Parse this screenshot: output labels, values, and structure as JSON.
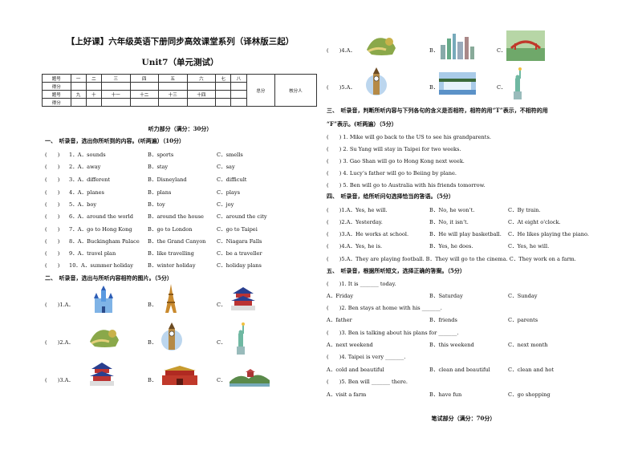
{
  "header": {
    "title": "【上好课】六年级英语下册同步高效课堂系列（译林版三起）",
    "unit": "Unit7（单元测试）"
  },
  "score_table": {
    "row1": [
      "题号",
      "一",
      "二",
      "三",
      "四",
      "五",
      "六",
      "七",
      "八"
    ],
    "row2_label": "得分",
    "row3": [
      "题号",
      "九",
      "十",
      "十一",
      "十二",
      "十三",
      "十四",
      "",
      ""
    ],
    "row4_label": "得分",
    "total": "总分",
    "grader": "核分人"
  },
  "listening_header": "听力部分（满分：30分）",
  "section1": {
    "title": "一、　听录音，选出你所听到的内容。(听两遍）（10分）",
    "items": [
      {
        "paren": "(　　)",
        "num": "1．A．sounds",
        "b": "B．sports",
        "c": "C．smells"
      },
      {
        "paren": "(　　)",
        "num": "2．A．away",
        "b": "B．stay",
        "c": "C．say"
      },
      {
        "paren": "(　　)",
        "num": "3．A．different",
        "b": "B．Disneyland",
        "c": "C．difficult"
      },
      {
        "paren": "(　　)",
        "num": "4．A．planes",
        "b": "B．plans",
        "c": "C．plays"
      },
      {
        "paren": "(　　)",
        "num": "5．A．boy",
        "b": "B．toy",
        "c": "C．joy"
      },
      {
        "paren": "(　　)",
        "num": "6．A．around the world",
        "b": "B．around the house",
        "c": "C．around the city"
      },
      {
        "paren": "(　　)",
        "num": "7．A．go to Hong Kong",
        "b": "B．go to London",
        "c": "C．go to Taipei"
      },
      {
        "paren": "(　　)",
        "num": "8．A．Buckingham Palace",
        "b": "B．the Grand Canyon",
        "c": "C．Niagara Falls"
      },
      {
        "paren": "(　　)",
        "num": "9．A．travel plan",
        "b": "B．like travelling",
        "c": "C．be a traveller"
      },
      {
        "paren": "(　　)",
        "num": "10．A．summer holiday",
        "b": "B．winter holiday",
        "c": "C．holiday plans"
      }
    ]
  },
  "section2": {
    "title": "二、　听录音，选出与所听内容相符的图片。（5分）",
    "items": [
      {
        "q": "(　　)1.A．",
        "b": "B．",
        "c": "C．"
      },
      {
        "q": "(　　)2.A．",
        "b": "B．",
        "c": "C．"
      },
      {
        "q": "(　　)3.A．",
        "b": "B．",
        "c": "C．"
      },
      {
        "q": "(　　)4.A．",
        "b": "B．",
        "c": "C．"
      },
      {
        "q": "(　　)5.A．",
        "b": "B．",
        "c": "C．"
      }
    ]
  },
  "section3": {
    "title": "三、　听录音，判断所听内容与下列各句的含义是否相符，相符的用“T”表示，不相符的用",
    "title2": "“F”表示。(听两遍）（5分）",
    "items": [
      "(　　) 1. Mike will go back to the US to see his grandparents.",
      "(　　) 2. Su Yang will stay in Taipei for two weeks.",
      "(　　) 3. Gao Shan will go to Hong Kong next week.",
      "(　　) 4. Lucy’s father will go to Beiing by plane.",
      "(　　) 5. Ben will go to Australia with his friends tomorrow."
    ]
  },
  "section4": {
    "title": "四、　听录音，给所听问句选择恰当的答语。（5分）",
    "items": [
      {
        "q": "(　　)1.A．Yes, he will.",
        "b": "B．No, he won’t.",
        "c": "C．By train."
      },
      {
        "q": "(　　)2.A．Yesterday.",
        "b": "B．No, it isn’t.",
        "c": "C．At eight o'clock."
      },
      {
        "q": "(　　)3.A．He works at school.",
        "b": "B．He will play basketball.",
        "c": "C．He likes playing the piano."
      },
      {
        "q": "(　　)4.A．Yes, he is.",
        "b": "B．Yes, he does.",
        "c": "C．Yes, he will."
      },
      {
        "q": "(　　)5.A．They are playing football.  B．They will go to the cinema.  C．They work on a farm.",
        "b": "",
        "c": ""
      }
    ]
  },
  "section5": {
    "title": "五、　听录音，根据所听短文，选择正确的答案。（5分）",
    "items": [
      {
        "q": "(　　)1. It is _______ today.",
        "a": "A．Friday",
        "b": "B．Saturday",
        "c": "C．Sunday"
      },
      {
        "q": "(　　)2. Ben stays at home with his _______.",
        "a": "A．father",
        "b": "B．friends",
        "c": "C．parents"
      },
      {
        "q": "(　　)3. Ben is talking about his plans for _______.",
        "a": "A．next weekend",
        "b": "B．this weekend",
        "c": "C．next month"
      },
      {
        "q": "(　　)4. Taipei is very _______.",
        "a": "A．cold and beautiful",
        "b": "B．clean and beautiful",
        "c": "C．clean and hot"
      },
      {
        "q": "(　　)5. Ben will _______ there.",
        "a": "A．visit a farm",
        "b": "B．have fun",
        "c": "C．go shopping"
      }
    ]
  },
  "writing_header": "笔试部分（满分：70分）"
}
